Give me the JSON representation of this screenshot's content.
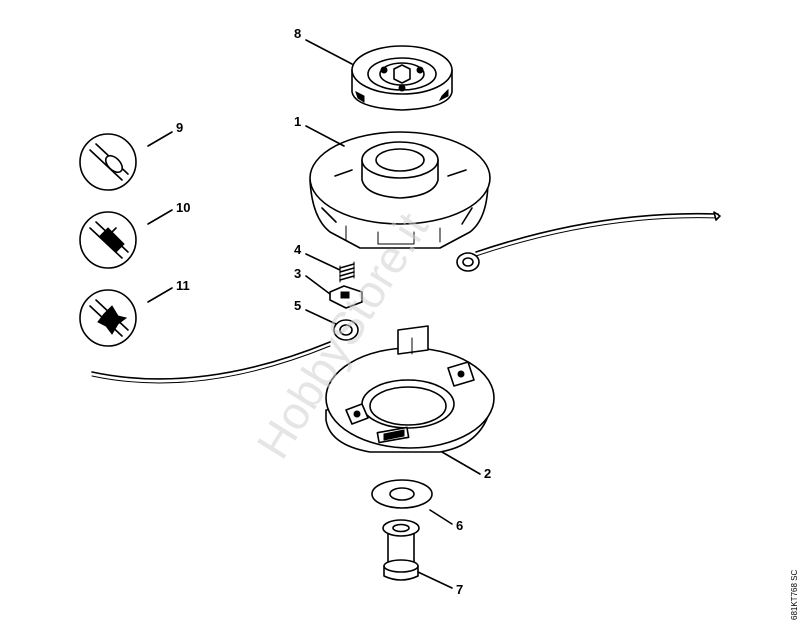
{
  "callouts": [
    "1",
    "2",
    "3",
    "4",
    "5",
    "6",
    "7",
    "8",
    "9",
    "10",
    "11"
  ],
  "reference_code": "681KT768 SC",
  "watermark": "HobbyStore.it",
  "icons": {
    "screw_head_9": "round-screw-head-icon",
    "screw_head_10": "slotted-screw-head-icon",
    "screw_head_11": "torx-screw-head-icon"
  }
}
